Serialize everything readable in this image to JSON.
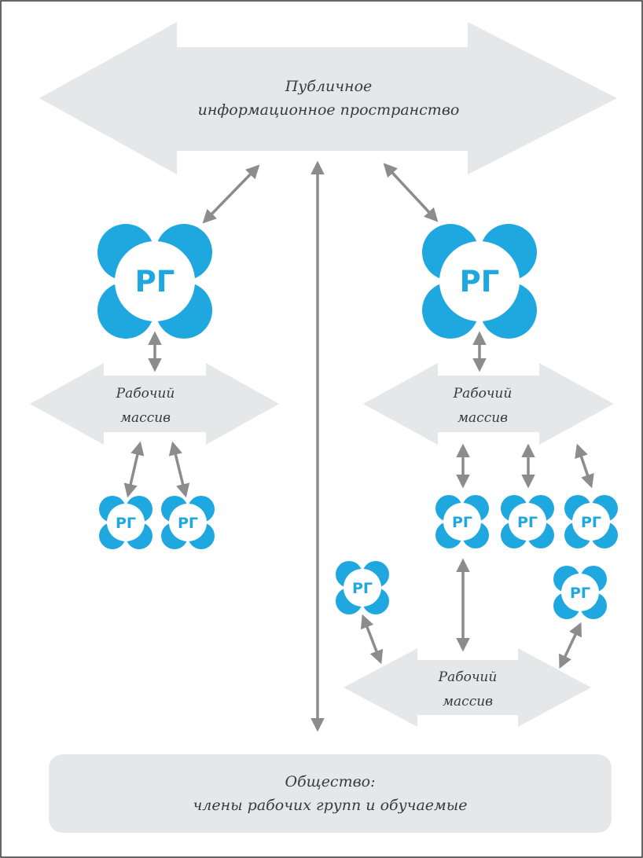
{
  "public_space": {
    "line1": "Публичное",
    "line2": "информационное пространство"
  },
  "work_arrays": [
    {
      "line1": "Рабочий",
      "line2": "массив"
    },
    {
      "line1": "Рабочий",
      "line2": "массив"
    },
    {
      "line1": "Рабочий",
      "line2": "массив"
    }
  ],
  "rg_label": "РГ",
  "society": {
    "line1": "Общество:",
    "line2": "члены рабочих групп и обучаемые"
  },
  "colors": {
    "arrow_fill": "#e6e7e8",
    "connector": "#8c8c8c",
    "group_blue": "#1fa8e0",
    "society_fill": "#e6e7e8",
    "frame": "#333333"
  }
}
